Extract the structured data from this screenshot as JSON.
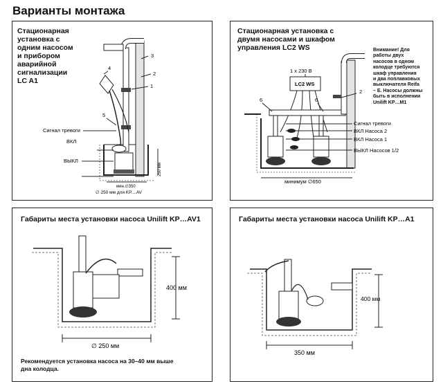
{
  "header": {
    "title": "Варианты монтажа"
  },
  "panel1": {
    "title_lines": [
      "Стационарная",
      "установка с",
      "одним насосом",
      "и прибором",
      "аварийной",
      "сигнализации",
      "LC A1"
    ],
    "callouts": [
      "1",
      "2",
      "3",
      "4",
      "5"
    ],
    "labels": {
      "alarm": "Сигнал тревоги",
      "on": "ВКЛ",
      "off": "ВЫКЛ"
    },
    "dims": {
      "height": "250 мм",
      "min_width": "мин.∅350",
      "diameter_note": "∅ 250 мм для KP....AV"
    }
  },
  "panel2": {
    "title_lines": [
      "Стационарная установка с",
      "двумя насосами и шкафом",
      "управления LC2 WS"
    ],
    "supply": "1 x 230 В",
    "cabinet": "LC2 WS",
    "callouts": [
      "2",
      "6",
      "6"
    ],
    "note_lines": [
      "Внимание! Для",
      "работы двух",
      "насосов в одном",
      "колодце требуются",
      "шкаф управления",
      "и два поплавковых",
      "выключателя Reifa",
      "– E. Насосы должны",
      "быть в исполнении",
      "Unilift KP…M1"
    ],
    "labels": {
      "alarm": "Сигнал тревоги",
      "on2": "ВКЛ Насоса 2",
      "on1": "ВКЛ Насоса 1",
      "off12": "ВЫКЛ Насосов 1/2"
    },
    "dims": {
      "min_width": "минимум ∅650"
    }
  },
  "panel3": {
    "title": "Габариты места установки насоса Unilift KP…AV1",
    "dims": {
      "height": "400 мм",
      "diameter": "∅ 250 мм"
    },
    "note_lines": [
      "Рекомендуется установка насоса на 30–40 мм выше",
      "дна колодца."
    ]
  },
  "panel4": {
    "title": "Габариты места установки насоса Unilift KP…A1",
    "dims": {
      "height": "400 мм",
      "width": "350 мм"
    }
  }
}
